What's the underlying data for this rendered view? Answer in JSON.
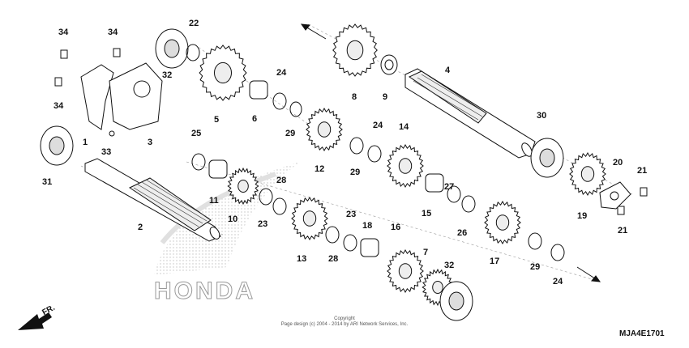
{
  "diagram": {
    "callouts": [
      "34",
      "34",
      "34",
      "1",
      "32",
      "22",
      "5",
      "6",
      "24",
      "29",
      "3",
      "33",
      "31",
      "25",
      "11",
      "10",
      "28",
      "23",
      "2",
      "8",
      "9",
      "4",
      "12",
      "24",
      "29",
      "14",
      "30",
      "20",
      "21",
      "21",
      "19",
      "27",
      "15",
      "26",
      "17",
      "29",
      "24",
      "13",
      "28",
      "23",
      "18",
      "16",
      "7",
      "32"
    ],
    "watermark": "HONDA",
    "front_marker": "FR.",
    "copyright_line1": "Copyright",
    "copyright_line2": "Page design (c) 2004 - 2014 by ARI Network Services, Inc.",
    "diagram_code": "MJA4E1701"
  }
}
